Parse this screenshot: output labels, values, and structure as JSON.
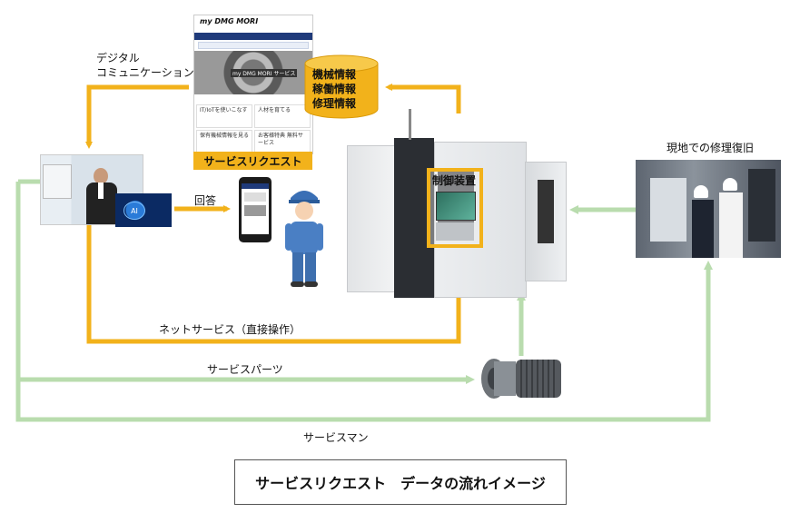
{
  "labels": {
    "digital_comm_1": "デジタル",
    "digital_comm_2": "コミュニケーション",
    "service_request": "サービスリクエスト",
    "info_1": "機械情報",
    "info_2": "稼働情報",
    "info_3": "修理情報",
    "answer": "回答",
    "control": "制御装置",
    "onsite": "現地での修理復旧",
    "net_service": "ネットサービス（直接操作）",
    "service_parts": "サービスパーツ",
    "service_man": "サービスマン",
    "caption": "サービスリクエスト　データの流れイメージ",
    "ai": "AI"
  },
  "portal": {
    "logo": "my DMG MORI",
    "banner": "my DMG MORI サービス",
    "tiles": [
      "IT/IoTを使いこなす",
      "人材を育てる",
      "保有機械情報を見る",
      "お客様特典 無料サービス"
    ]
  },
  "colors": {
    "flow_yellow": "#f2b21b",
    "flow_green": "#b9dcae"
  }
}
